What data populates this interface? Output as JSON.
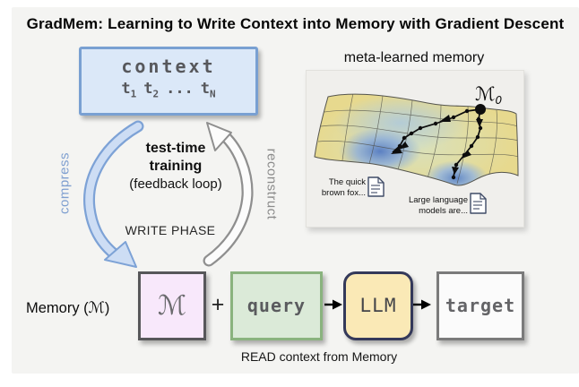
{
  "title": "GradMem: Learning to Write Context into Memory with Gradient Descent",
  "context_box": {
    "label": "context",
    "tokens": [
      {
        "base": "t",
        "sub": "1"
      },
      {
        "base": "t",
        "sub": "2"
      },
      {
        "base": "...",
        "sub": ""
      },
      {
        "base": "t",
        "sub": "N"
      }
    ]
  },
  "loop": {
    "compress_label": "compress",
    "reconstruct_label": "reconstruct",
    "center_line1": "test-time",
    "center_line2": "training",
    "center_line3": "(feedback loop)",
    "phase_label": "WRITE PHASE"
  },
  "meta_panel": {
    "title": "meta-learned memory",
    "m0": {
      "base": "ℳ",
      "sub": "0"
    },
    "doc1": {
      "line1": "The quick",
      "line2": "brown fox..."
    },
    "doc2": {
      "line1": "Large language",
      "line2": "models are..."
    }
  },
  "bottom_row": {
    "memory_label_prefix": "Memory (",
    "memory_symbol": "ℳ",
    "memory_label_suffix": ")",
    "memory_box_symbol": "ℳ",
    "plus": "+",
    "query_label": "query",
    "llm_label": "LLM",
    "target_label": "target",
    "read_caption": "READ context from Memory"
  },
  "colors": {
    "figure_background": "#f4f4f2",
    "context_fill": "#dbe8f8",
    "context_border": "#79a0d2",
    "compress_arrow_fill": "#cdddf4",
    "compress_arrow_border": "#7da2d6",
    "reconstruct_arrow_fill": "#fcfcfc",
    "reconstruct_arrow_border": "#8f8f8f",
    "memory_fill": "#f8e8fb",
    "memory_border": "#57575a",
    "query_fill": "#dbead8",
    "query_border": "#8ab37e",
    "llm_fill": "#fae9b6",
    "llm_border": "#34395a",
    "target_fill": "#fbfbfb",
    "target_border": "#7b7b7b",
    "surface_high": "#e7d98e",
    "surface_low": "#5b80c2"
  }
}
